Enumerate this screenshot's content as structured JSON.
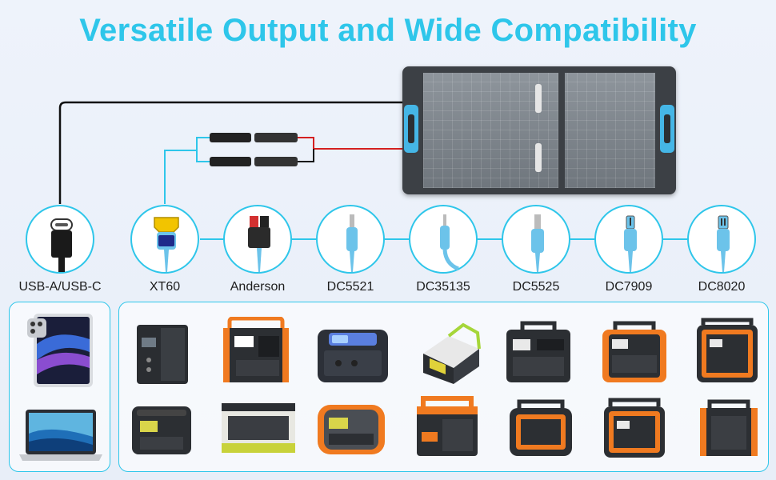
{
  "title": "Versatile Output and Wide Compatibility",
  "connectors": [
    {
      "label": "USB-A/USB-C",
      "icon": "usb-c-cable-icon"
    },
    {
      "label": "XT60",
      "icon": "xt60-plug-icon"
    },
    {
      "label": "Anderson",
      "icon": "anderson-plug-icon"
    },
    {
      "label": "DC5521",
      "icon": "dc-barrel-plug-icon"
    },
    {
      "label": "DC35135",
      "icon": "dc-barrel-plug-icon"
    },
    {
      "label": "DC5525",
      "icon": "dc-barrel-plug-icon"
    },
    {
      "label": "DC7909",
      "icon": "dc-barrel-plug-icon"
    },
    {
      "label": "DC8020",
      "icon": "dc-barrel-plug-icon"
    }
  ],
  "colors": {
    "accent": "#2ec6ea",
    "cable": "#6cc3ea",
    "panel_frame": "#3c4045",
    "handle": "#45b6e6",
    "station_orange": "#f07a20",
    "station_dark": "#2c2f33"
  },
  "devices_left": [
    "tablet-icon",
    "laptop-icon"
  ],
  "devices_right": [
    "power-station-icon",
    "power-station-icon",
    "power-station-icon",
    "power-station-icon",
    "power-station-icon",
    "power-station-icon",
    "power-station-icon",
    "power-station-icon",
    "power-station-icon",
    "power-station-icon",
    "power-station-icon",
    "power-station-icon",
    "power-station-icon",
    "power-station-icon"
  ]
}
